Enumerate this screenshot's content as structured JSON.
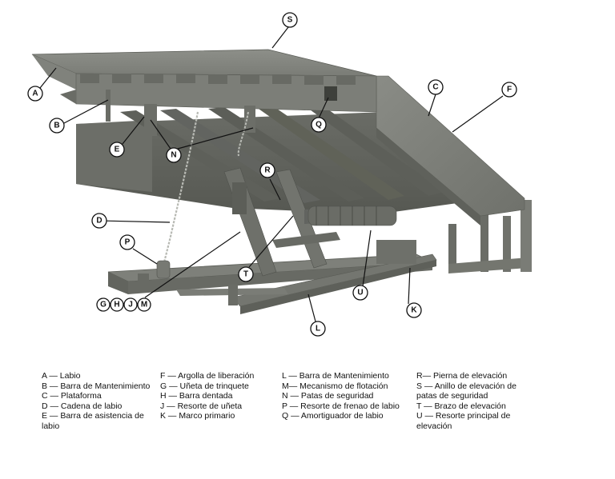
{
  "callouts": {
    "A": "A",
    "B": "B",
    "C": "C",
    "D": "D",
    "E": "E",
    "F": "F",
    "G": "G",
    "H": "H",
    "J": "J",
    "K": "K",
    "L": "L",
    "M": "M",
    "N": "N",
    "P": "P",
    "Q": "Q",
    "R": "R",
    "S": "S",
    "T": "T",
    "U": "U"
  },
  "legend": {
    "col1": [
      "A — Labio",
      "B — Barra de Mantenimiento",
      "C — Plataforma",
      "D — Cadena de labio",
      "E — Barra de asistencia de labio"
    ],
    "col2": [
      "F — Argolla de liberación",
      "G — Uñeta de trinquete",
      "H — Barra dentada",
      "J — Resorte de uñeta",
      "K — Marco primario"
    ],
    "col3": [
      "L — Barra de Mantenimiento",
      "M— Mecanismo de flotación",
      "N — Patas de seguridad",
      "P — Resorte de frenao de labio",
      "Q — Amortiguador de labio"
    ],
    "col4": [
      "R— Pierna de elevación",
      "S — Anillo de elevación de patas de seguridad",
      "T — Brazo de elevación",
      "U — Resorte principal de elevación"
    ]
  },
  "colors": {
    "steel_light": "#8a8c86",
    "steel_mid": "#73766f",
    "steel_dark": "#5a5c56",
    "steel_shadow": "#474944"
  }
}
